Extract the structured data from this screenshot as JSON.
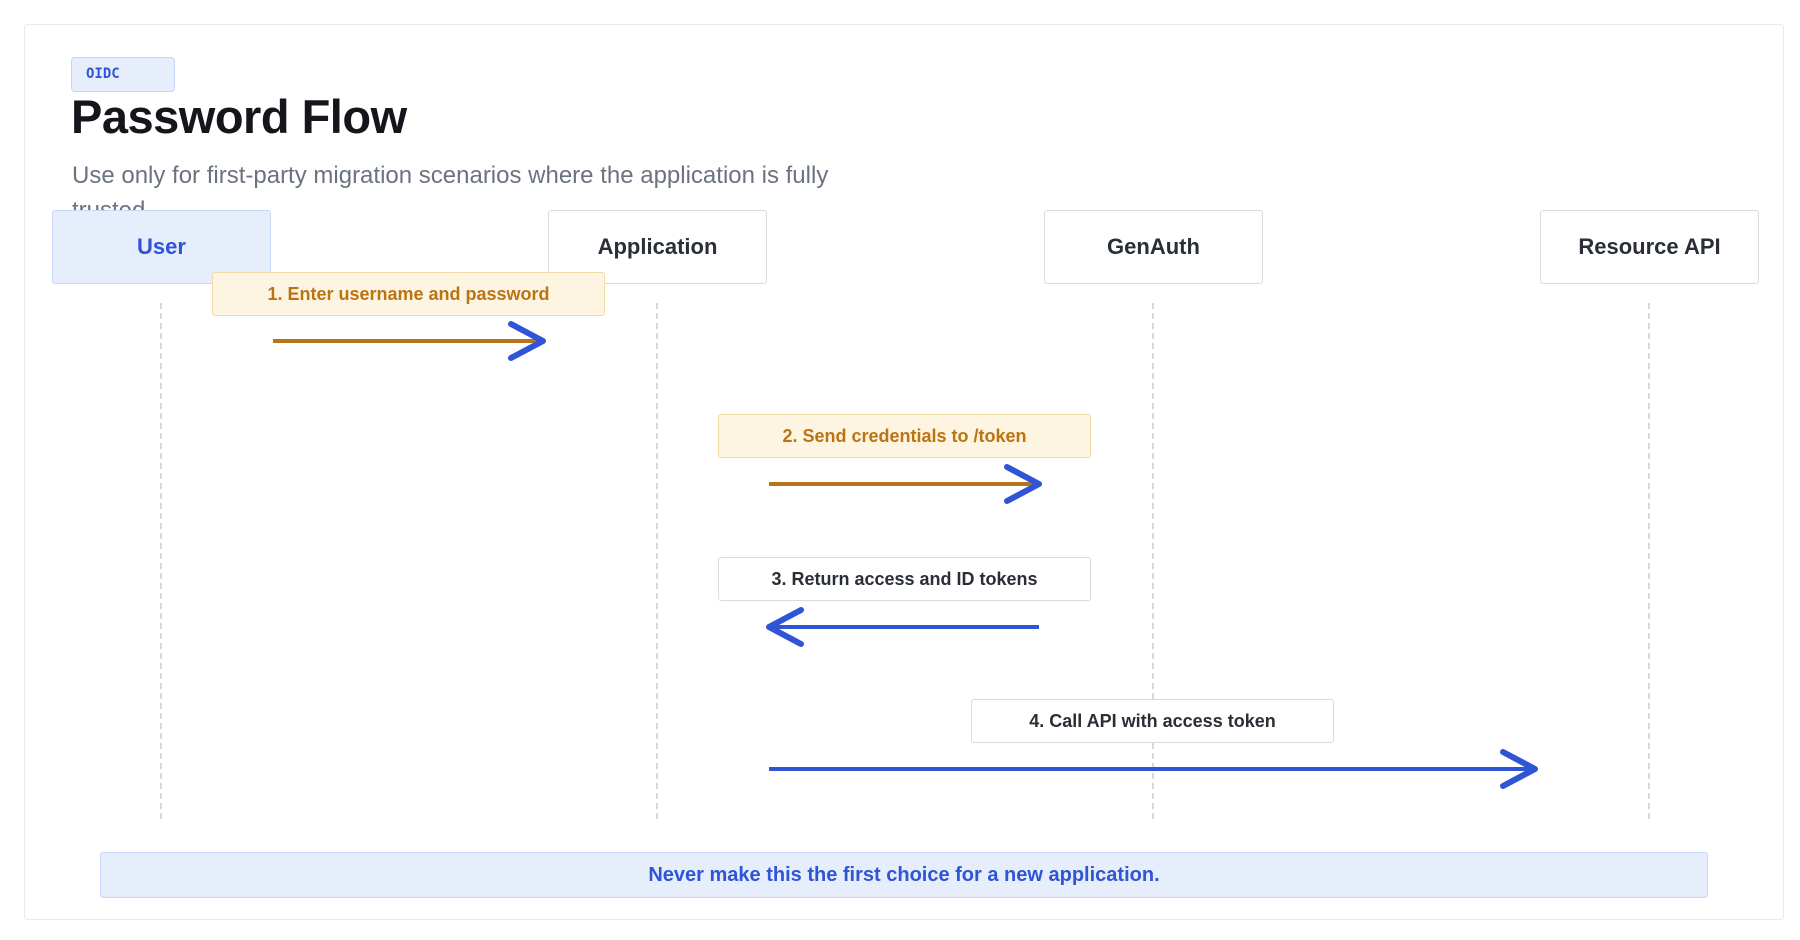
{
  "header": {
    "badge": "OIDC",
    "title": "Password Flow",
    "subtitle": "Use only for first-party migration scenarios where the application is fully trusted."
  },
  "actors": [
    {
      "label": "User"
    },
    {
      "label": "Application"
    },
    {
      "label": "GenAuth"
    },
    {
      "label": "Resource API"
    }
  ],
  "messages": [
    {
      "label": "1. Enter username and password",
      "from": "User",
      "to": "Application",
      "kind": "request"
    },
    {
      "label": "2. Send credentials to /token",
      "from": "Application",
      "to": "GenAuth",
      "kind": "request"
    },
    {
      "label": "3. Return access and ID tokens",
      "from": "GenAuth",
      "to": "Application",
      "kind": "response"
    },
    {
      "label": "4. Call API with access token",
      "from": "Application",
      "to": "Resource API",
      "kind": "response"
    }
  ],
  "note": "Never make this the first choice for a new application.",
  "colors": {
    "accent": "#2f54d6",
    "request_line": "#b8741a",
    "request_label_bg": "#fdf5e1",
    "primary_actor_bg": "#e6eefc"
  }
}
